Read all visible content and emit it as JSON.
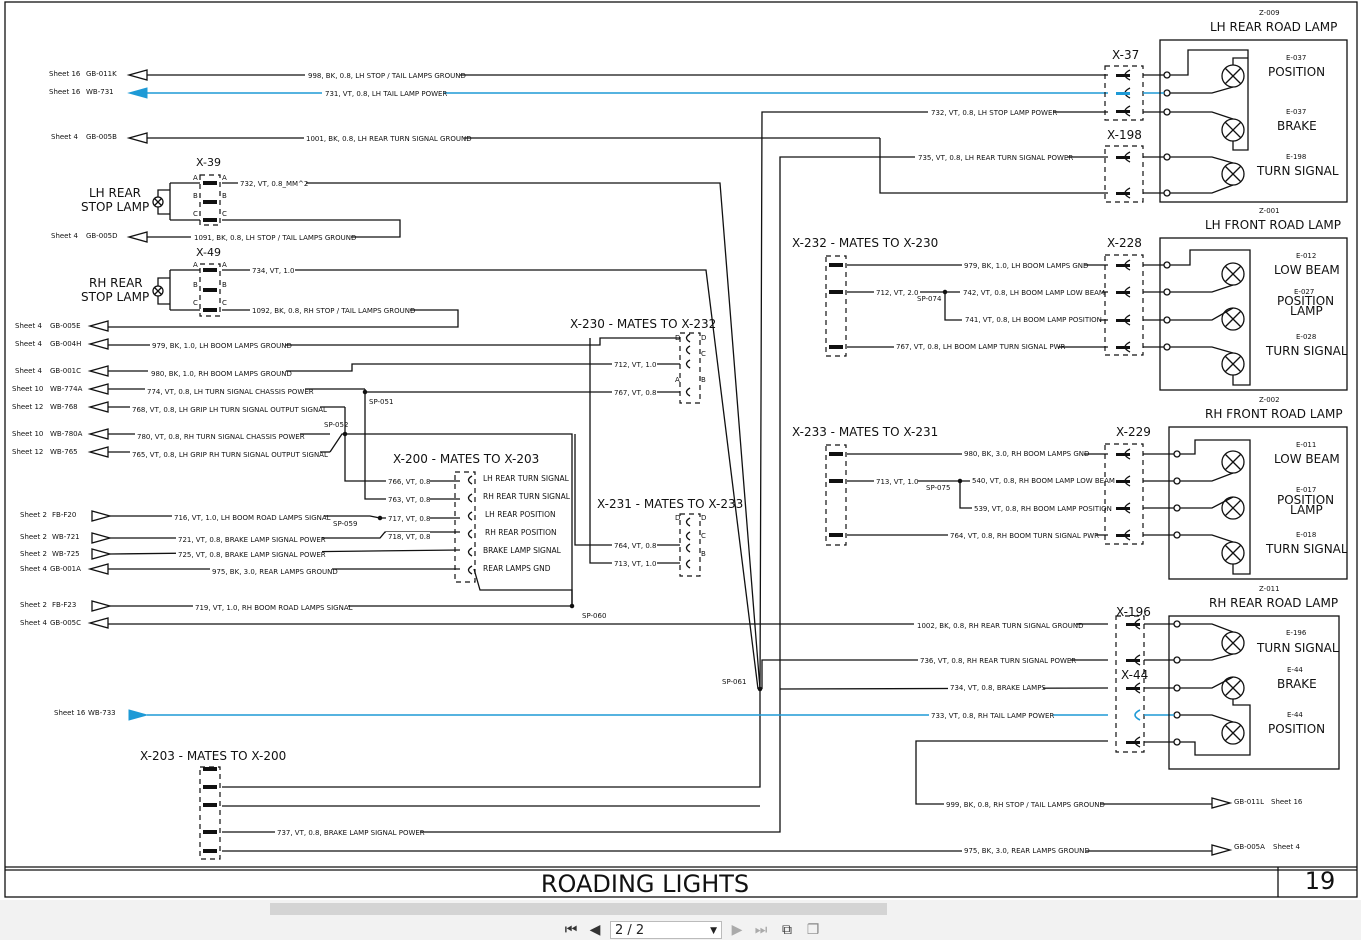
{
  "title": "ROADING LIGHTS",
  "page_number": "19",
  "viewer": {
    "page_indicator": "2 / 2"
  },
  "colors": {
    "wire": "#111111",
    "highlight": "#1e9ad6"
  },
  "icons": [
    "first-page-icon",
    "prev-page-icon",
    "next-page-icon",
    "last-page-icon",
    "fit-page-icon",
    "fit-width-icon"
  ],
  "refs": {
    "r1": [
      "Sheet 16",
      "GB-011K"
    ],
    "r2": [
      "Sheet 16",
      "WB-731"
    ],
    "r3": [
      "Sheet 4",
      "GB-005B"
    ],
    "r4": [
      "Sheet 4",
      "GB-005D"
    ],
    "r5": [
      "Sheet 4",
      "GB-005E"
    ],
    "r6": [
      "Sheet 4",
      "GB-004H"
    ],
    "r7": [
      "Sheet 4",
      "GB-001C"
    ],
    "r8": [
      "Sheet 10",
      "WB-774A"
    ],
    "r9": [
      "Sheet 12",
      "WB-768"
    ],
    "r10": [
      "Sheet 10",
      "WB-780A"
    ],
    "r11": [
      "Sheet 12",
      "WB-765"
    ],
    "r12": [
      "Sheet 2",
      "FB-F20"
    ],
    "r13": [
      "Sheet 2",
      "WB-721"
    ],
    "r14": [
      "Sheet 2",
      "WB-725"
    ],
    "r15": [
      "Sheet 4",
      "GB-001A"
    ],
    "r16": [
      "Sheet 2",
      "FB-F23"
    ],
    "r17": [
      "Sheet 4",
      "GB-005C"
    ],
    "r18": [
      "Sheet 16",
      "WB-733"
    ],
    "r19": [
      "GB-011L",
      "Sheet 16"
    ],
    "r20": [
      "GB-005A",
      "Sheet 4"
    ]
  },
  "wires": {
    "w998": "998, BK, 0.8, LH STOP / TAIL LAMPS GROUND",
    "w731": "731, VT, 0.8, LH TAIL LAMP POWER",
    "w1001": "1001, BK, 0.8, LH REAR TURN SIGNAL GROUND",
    "w732": "732, VT, 0.8, LH STOP LAMP POWER",
    "w735": "735, VT, 0.8, LH REAR TURN SIGNAL POWER",
    "w732b": "732, VT, 0.8_MM^2",
    "w1091": "1091, BK, 0.8, LH STOP / TAIL LAMPS GROUND",
    "w734a": "734, VT, 1.0",
    "w1092": "1092, BK, 0.8, RH STOP / TAIL LAMPS GROUND",
    "w979": "979, BK, 1.0, LH BOOM LAMPS GROUND",
    "w712": "712, VT, 1.0",
    "w767": "767, VT, 0.8",
    "w980": "980, BK, 1.0, RH BOOM LAMPS GROUND",
    "w774": "774, VT, 0.8, LH TURN SIGNAL CHASSIS POWER",
    "w768": "768, VT, 0.8, LH GRIP LH TURN SIGNAL OUTPUT SIGNAL",
    "w780": "780, VT, 0.8, RH TURN SIGNAL CHASSIS POWER",
    "w765": "765, VT, 0.8, LH GRIP RH TURN SIGNAL OUTPUT SIGNAL",
    "w766": "766, VT, 0.8",
    "w763": "763, VT, 0.8",
    "w717": "717, VT, 0.8",
    "w718": "718, VT, 0.8",
    "w716": "716, VT, 1.0, LH BOOM ROAD LAMPS SIGNAL",
    "w721": "721, VT, 0.8, BRAKE LAMP SIGNAL POWER",
    "w725": "725, VT, 0.8, BRAKE LAMP SIGNAL POWER",
    "w975": "975, BK, 3.0, REAR LAMPS GROUND",
    "w764": "764, VT, 0.8",
    "w713": "713, VT, 1.0",
    "w719": "719, VT, 1.0, RH BOOM ROAD LAMPS SIGNAL",
    "w737": "737, VT, 0.8, BRAKE LAMP SIGNAL POWER",
    "r979": "979, BK, 1.0, LH BOOM LAMPS GND",
    "r712": "712, VT, 2.0",
    "r742": "742, VT, 0.8, LH BOOM LAMP LOW BEAM",
    "r741": "741, VT, 0.8, LH BOOM LAMP POSITION",
    "r767": "767, VT, 0.8, LH BOOM LAMP TURN SIGNAL PWR",
    "r980": "980, BK, 3.0, RH BOOM LAMPS GND",
    "r713": "713, VT, 1.0",
    "r540": "540, VT, 0.8, RH BOOM LAMP LOW BEAM",
    "r539": "539, VT, 0.8, RH BOOM LAMP POSITION",
    "r764": "764, VT, 0.8, RH BOOM TURN SIGNAL PWR",
    "r1002": "1002, BK, 0.8, RH REAR TURN SIGNAL GROUND",
    "r736": "736, VT, 0.8, RH REAR TURN SIGNAL POWER",
    "r734": "734, VT, 0.8, BRAKE LAMPS",
    "r733": "733, VT, 0.8, RH TAIL LAMP POWER",
    "r999": "999, BK, 0.8, RH STOP / TAIL LAMPS GROUND",
    "r975": "975, BK, 3.0, REAR LAMPS GROUND"
  },
  "connectors": {
    "x37": "X-37",
    "x198": "X-198",
    "x39": "X-39",
    "x49": "X-49",
    "x232": "X-232 - MATES TO X-230",
    "x228": "X-228",
    "x230": "X-230 - MATES TO X-232",
    "x200": "X-200 - MATES TO X-203",
    "x231": "X-231 - MATES TO X-233",
    "x233": "X-233 - MATES TO X-231",
    "x229": "X-229",
    "x196": "X-196",
    "x44": "X-44",
    "x203": "X-203 - MATES TO X-200"
  },
  "x200_pins": [
    "LH REAR TURN SIGNAL",
    "RH REAR TURN SIGNAL",
    "LH REAR POSITION",
    "RH REAR POSITION",
    "BRAKE LAMP SIGNAL",
    "REAR LAMPS GND"
  ],
  "splices": {
    "sp051": "SP-051",
    "sp052": "SP-052",
    "sp059": "SP-059",
    "sp060": "SP-060",
    "sp061": "SP-061",
    "sp074": "SP-074",
    "sp075": "SP-075"
  },
  "lamps": {
    "lh_stop": [
      "LH REAR",
      "STOP LAMP"
    ],
    "rh_stop": [
      "RH REAR",
      "STOP LAMP"
    ]
  },
  "assemblies": {
    "z009": {
      "id": "Z-009",
      "title": "LH REAR ROAD LAMP",
      "items": [
        [
          "E-037",
          "POSITION"
        ],
        [
          "E-037",
          "BRAKE"
        ],
        [
          "E-198",
          "TURN SIGNAL"
        ]
      ]
    },
    "z001": {
      "id": "Z-001",
      "title": "LH FRONT ROAD LAMP",
      "items": [
        [
          "E-012",
          "LOW BEAM"
        ],
        [
          "E-027",
          "POSITION",
          "LAMP"
        ],
        [
          "E-028",
          "TURN SIGNAL"
        ]
      ]
    },
    "z002": {
      "id": "Z-002",
      "title": "RH FRONT ROAD LAMP",
      "items": [
        [
          "E-011",
          "LOW BEAM"
        ],
        [
          "E-017",
          "POSITION",
          "LAMP"
        ],
        [
          "E-018",
          "TURN SIGNAL"
        ]
      ]
    },
    "z011": {
      "id": "Z-011",
      "title": "RH REAR ROAD LAMP",
      "items": [
        [
          "E-196",
          "TURN SIGNAL"
        ],
        [
          "E-44",
          "BRAKE"
        ],
        [
          "E-44",
          "POSITION"
        ]
      ]
    }
  }
}
